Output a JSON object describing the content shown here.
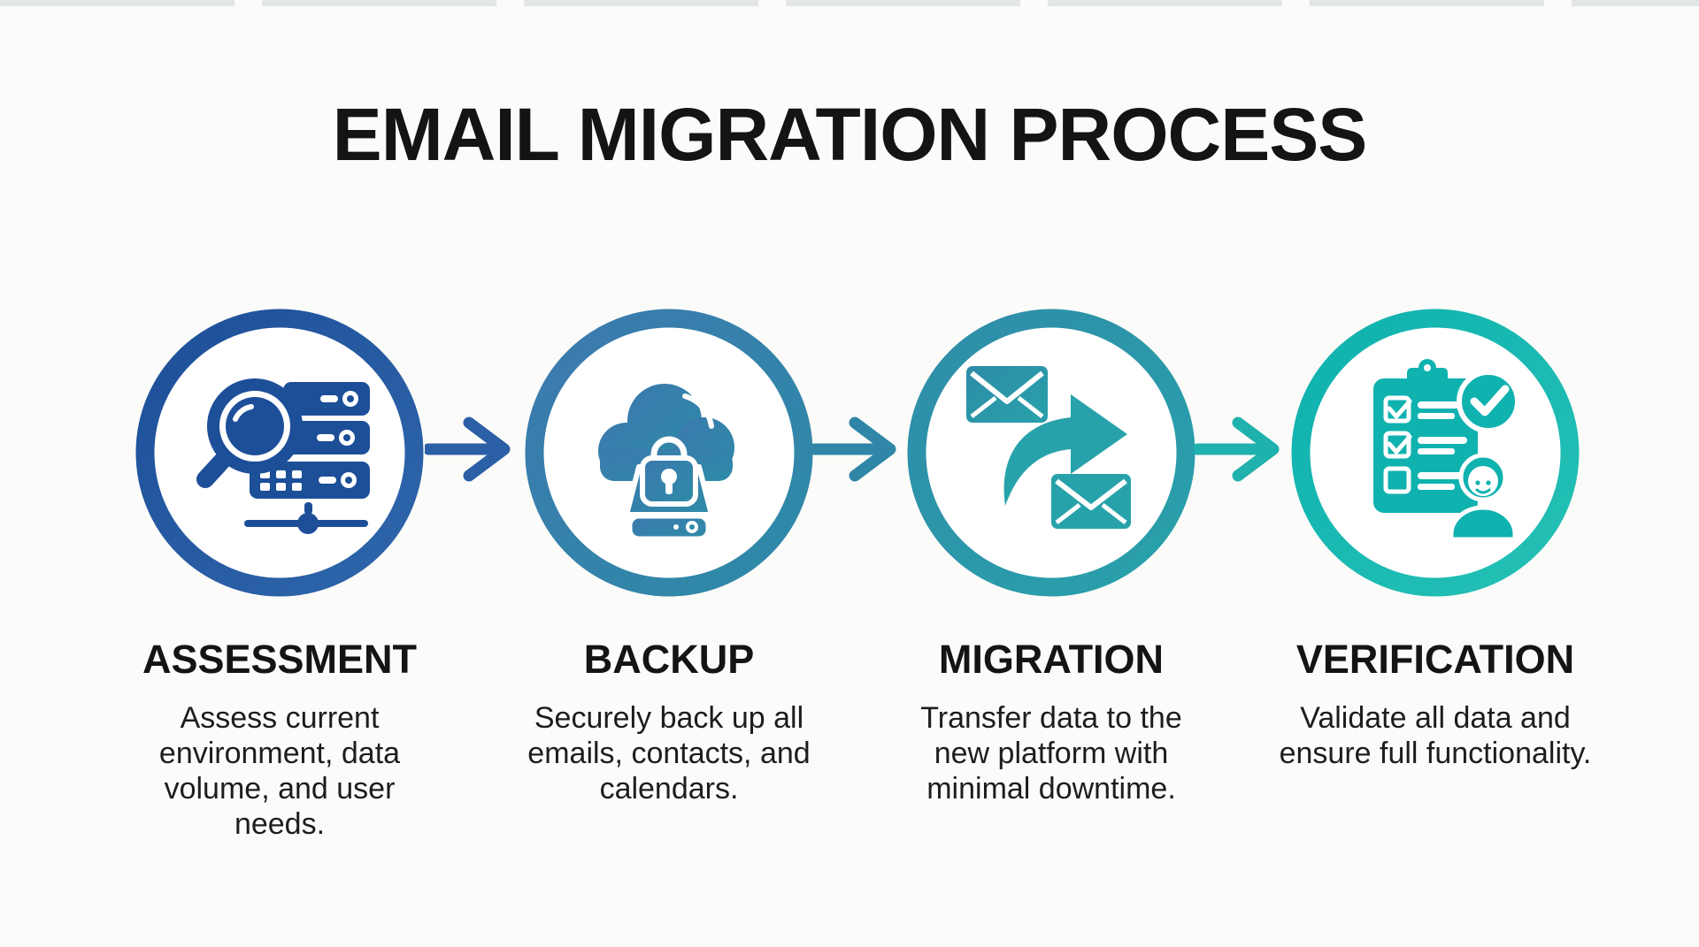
{
  "title": "EMAIL MIGRATION PROCESS",
  "steps": [
    {
      "name": "ASSESSMENT",
      "description": "Assess current environment, data volume, and user needs.",
      "icon": "magnifier-server-icon"
    },
    {
      "name": "BACKUP",
      "description": "Securely back up all emails, contacts, and calendars.",
      "icon": "cloud-lock-icon"
    },
    {
      "name": "MIGRATION",
      "description": "Transfer data to the new platform with minimal downtime.",
      "icon": "email-transfer-arrow-icon"
    },
    {
      "name": "VERIFICATION",
      "description": "Validate all data and ensure full functionality.",
      "icon": "checklist-person-icon"
    }
  ],
  "theme": {
    "bg": "#fbfbf9",
    "text": "#141414",
    "desc": "#1d1d1d",
    "s1a": "#1d4f99",
    "s1b": "#2f66ab",
    "arrow1": "#2b5fa6",
    "s2a": "#3b79ae",
    "s2b": "#2e8ba7",
    "arrow2": "#2f86a6",
    "s3a": "#2f8ca9",
    "s3b": "#28a2aa",
    "arrow3": "#1fb1ad",
    "s4a": "#0fb2af",
    "s4b": "#25c0b5"
  }
}
